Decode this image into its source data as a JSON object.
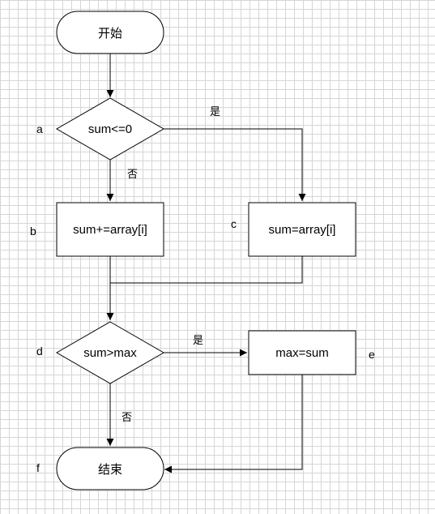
{
  "nodes": {
    "start": {
      "text": "开始"
    },
    "cond_a": {
      "text": "sum<=0",
      "label": "a"
    },
    "proc_b": {
      "text": "sum+=array[i]",
      "label": "b"
    },
    "proc_c": {
      "text": "sum=array[i]",
      "label": "c"
    },
    "cond_d": {
      "text": "sum>max",
      "label": "d"
    },
    "proc_e": {
      "text": "max=sum",
      "label": "e"
    },
    "end": {
      "text": "结束",
      "label": "f"
    }
  },
  "edges": {
    "a_yes": "是",
    "a_no": "否",
    "d_yes": "是",
    "d_no": "否"
  }
}
